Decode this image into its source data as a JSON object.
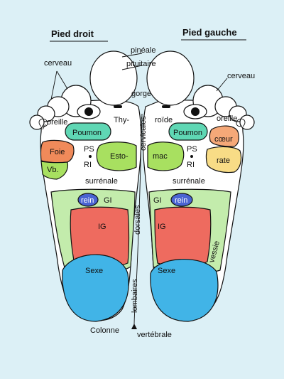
{
  "titles": {
    "right_foot": "Pied droit",
    "left_foot": "Pied gauche"
  },
  "labels": {
    "pineale": "pinéale",
    "pituitaire": "pituitaire",
    "cerveau_left": "cerveau",
    "cerveau_right": "cerveau",
    "gorge": "gorge",
    "oreille_left": "oreille",
    "oreille_right": "oreille",
    "thy": "Thy-",
    "roide": "roïde",
    "poumon_left": "Poumon",
    "poumon_right": "Poumon",
    "coeur": "cœur",
    "foie": "Foie",
    "vb": "Vb.",
    "ps_left": "PS",
    "ri_left": "RI",
    "ps_right": "PS",
    "ri_right": "RI",
    "esto": "Esto-",
    "mac": "mac",
    "rate": "rate",
    "surrenale_left": "surrénale",
    "surrenale_right": "surrénale",
    "rein_left": "rein",
    "rein_right": "rein",
    "gi_left": "GI",
    "gi_right": "GI",
    "ig_left": "IG",
    "ig_right": "IG",
    "sexe_left": "Sexe",
    "sexe_right": "Sexe",
    "vessie": "vessie",
    "cervicales": "cervicales",
    "dorsales": "dorsales",
    "lombaires": "lombaires",
    "colonne": "Colonne",
    "vertebrale": "vertébrale"
  },
  "colors": {
    "background": "#dcf0f6",
    "foot": "#ffffff",
    "poumon": "#5fd7b4",
    "foie": "#f08a5a",
    "vb": "#a8e060",
    "estomac": "#a8e060",
    "coeur": "#f5a878",
    "rate": "#f8dc86",
    "rein": "#4a64d2",
    "gi": "#c3ecac",
    "ig": "#ee6b5f",
    "sexe": "#41b4e7",
    "outline": "#111111"
  }
}
